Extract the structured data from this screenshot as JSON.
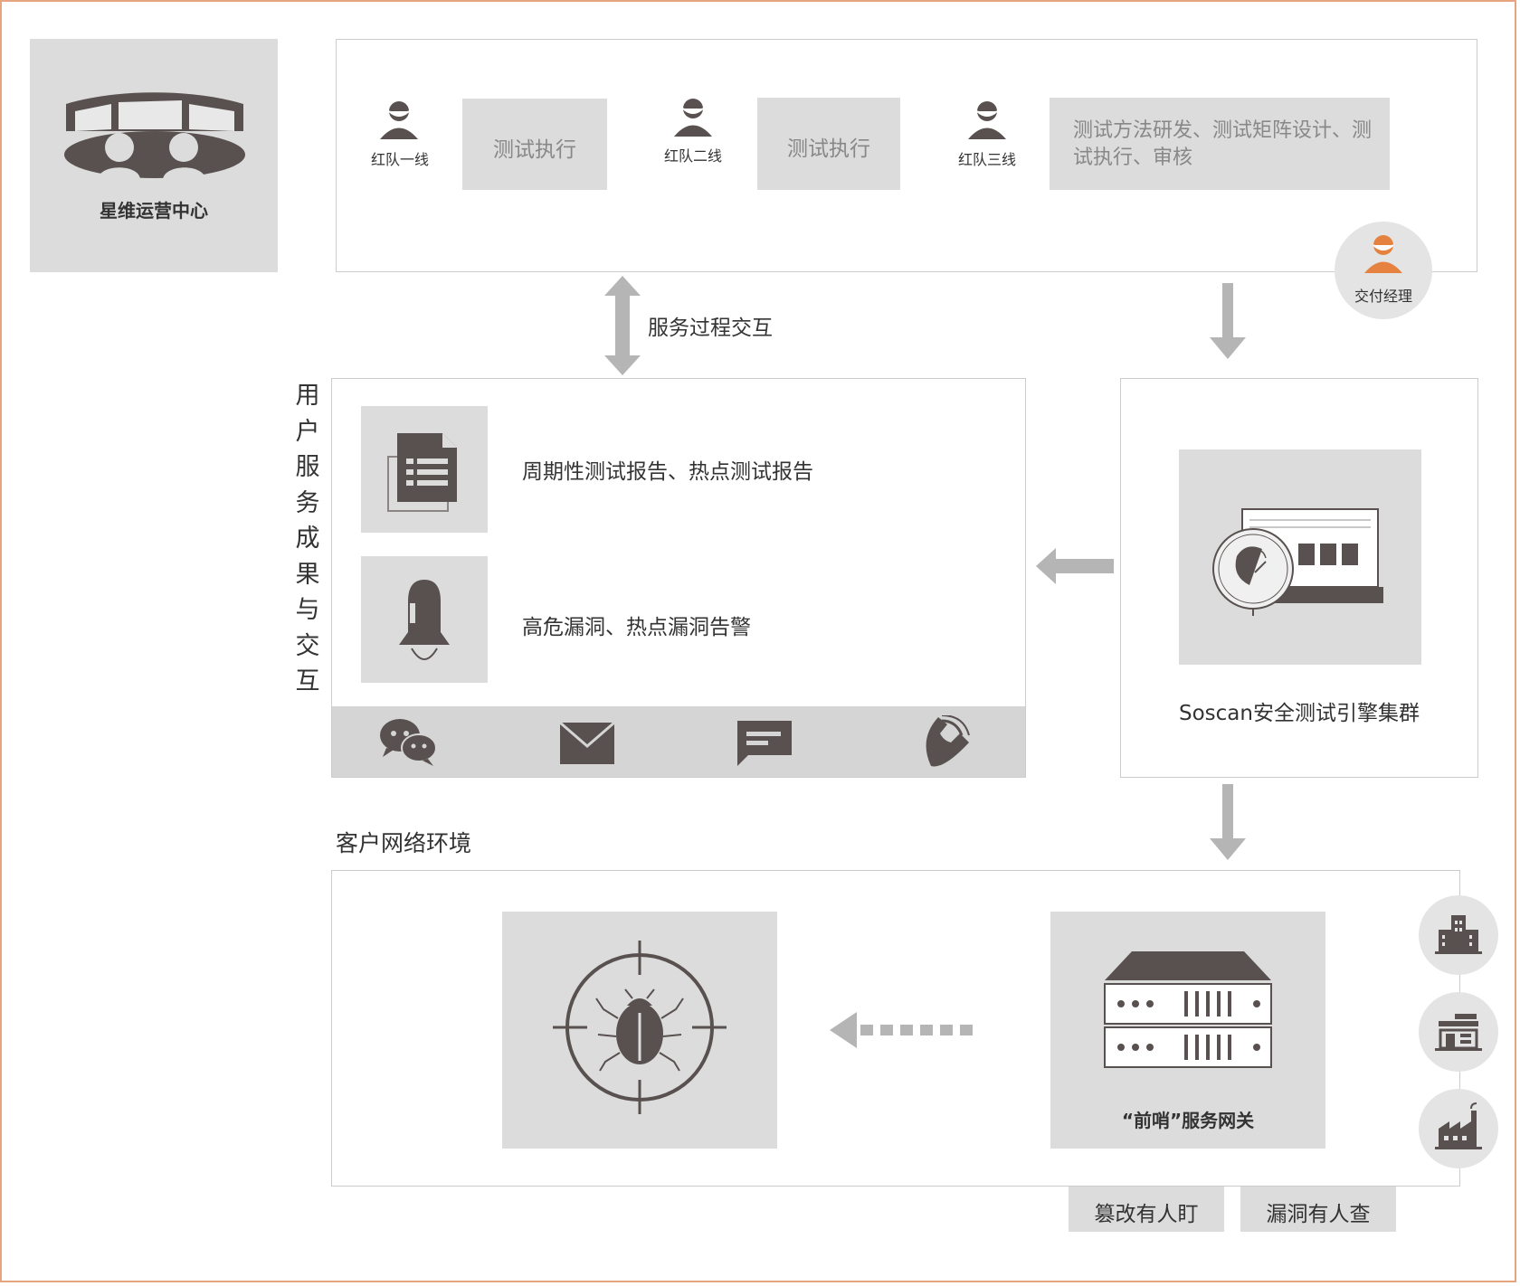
{
  "ops_center": {
    "label": "星维运营中心"
  },
  "team": {
    "lines": [
      {
        "name": "红队一线",
        "task": "测试执行"
      },
      {
        "name": "红队二线",
        "task": "测试执行"
      },
      {
        "name": "红队三线",
        "task": "测试方法研发、测试矩阵设计、测试执行、审核"
      }
    ],
    "manager": "交付经理"
  },
  "interaction_label": "服务过程交互",
  "user_service": {
    "title_chars": [
      "用",
      "户",
      "服",
      "务",
      "成",
      "果",
      "与",
      "交",
      "互"
    ],
    "report": "周期性测试报告、热点测试报告",
    "alert": "高危漏洞、热点漏洞告警",
    "channels": [
      "wechat-icon",
      "mail-icon",
      "sms-icon",
      "phone-icon"
    ]
  },
  "engine": {
    "label": "Soscan安全测试引擎集群"
  },
  "customer": {
    "title": "客户网络环境",
    "gateway": "“前哨”服务网关",
    "tags": [
      "篡改有人盯",
      "漏洞有人查"
    ],
    "side_icons": [
      "office-building-icon",
      "shop-icon",
      "factory-icon"
    ]
  },
  "colors": {
    "accent": "#e5823f",
    "icon": "#58514f",
    "panel": "#dcdcdc",
    "arrow": "#b5b5b5"
  }
}
